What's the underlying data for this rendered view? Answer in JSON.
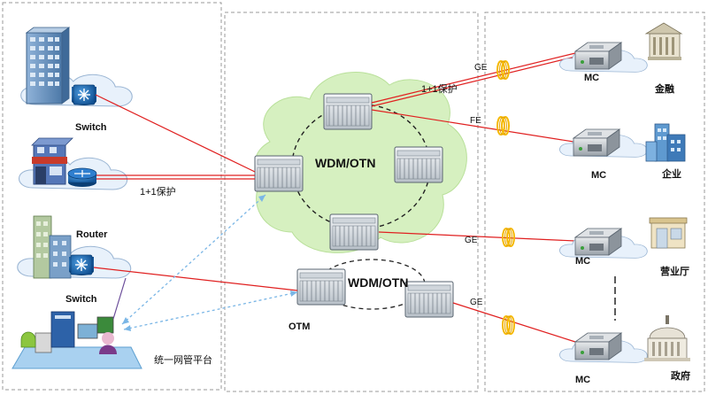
{
  "left": {
    "switch_top_label": "Switch",
    "protection_label": "1+1保护",
    "router_label": "Router",
    "switch_bottom_label": "Switch",
    "nms_label": "统一网管平台"
  },
  "middle": {
    "ring_top_label": "WDM/OTN",
    "ring_bottom_label": "WDM/OTN",
    "otm_label": "OTM"
  },
  "links": {
    "ge_1": "GE",
    "protection_label": "1+1保护",
    "fe": "FE",
    "ge_2": "GE",
    "ge_3": "GE"
  },
  "right": {
    "mc_1": "MC",
    "site_1": "金融",
    "mc_2": "MC",
    "site_2": "企业",
    "mc_3": "MC",
    "site_3": "营业厅",
    "mc_4": "MC",
    "site_4": "政府"
  },
  "colors": {
    "link_red": "#e02020",
    "cloud_fill": "#e8f1fb",
    "ring_cloud": "#d6f0c0",
    "fiber_coil": "#f5b800",
    "mgmt_link": "#7ab6e6"
  }
}
